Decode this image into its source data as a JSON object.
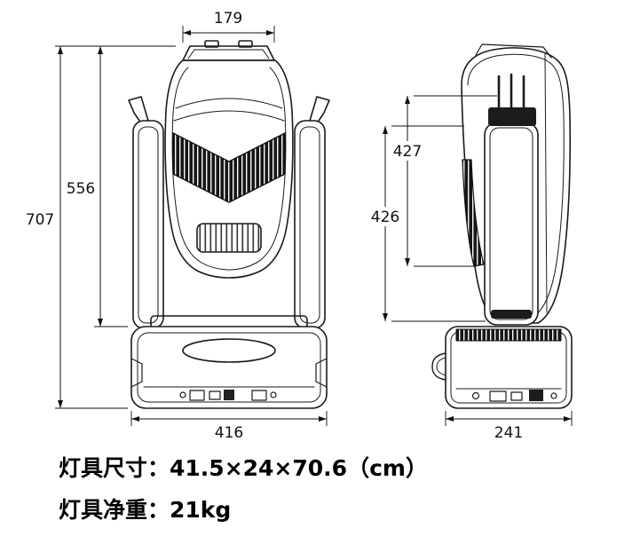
{
  "drawing": {
    "front_view": {
      "top_width": "179",
      "head_height": "556",
      "total_height": "707",
      "base_width": "416"
    },
    "side_view": {
      "upper_section_height": "427",
      "lower_section_height": "426",
      "base_depth": "241"
    }
  },
  "specs": {
    "dimensions_label": "灯具尺寸：",
    "dimensions_value": "41.5×24×70.6（cm）",
    "weight_label": "灯具净重：",
    "weight_value": "21kg"
  }
}
